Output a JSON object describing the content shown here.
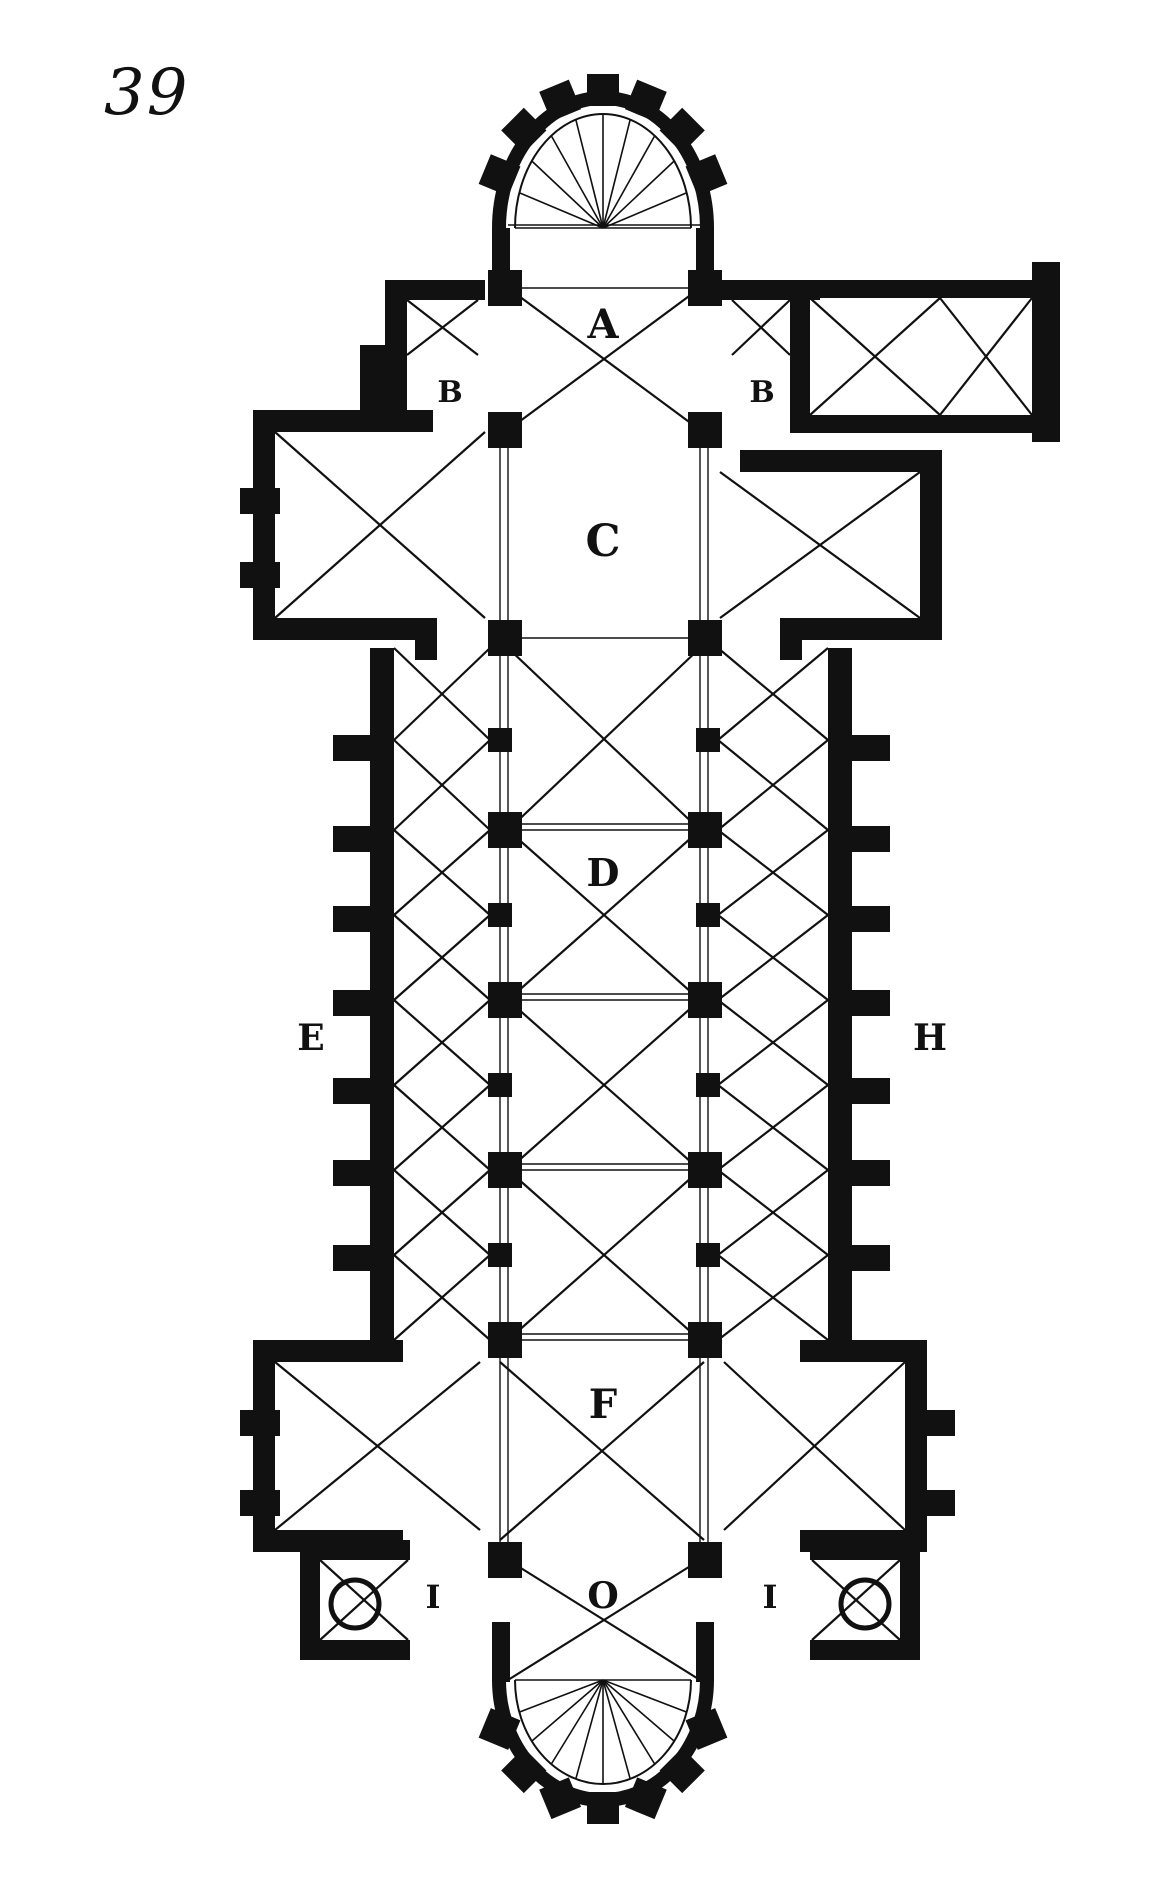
{
  "page": {
    "number": "39"
  },
  "plan": {
    "labels": {
      "A": "A",
      "B": "B",
      "C": "C",
      "D": "D",
      "E": "E",
      "F": "F",
      "H": "H",
      "I": "I",
      "O": "O"
    }
  },
  "colors": {
    "ink": "#111111",
    "paper": "#ffffff"
  }
}
